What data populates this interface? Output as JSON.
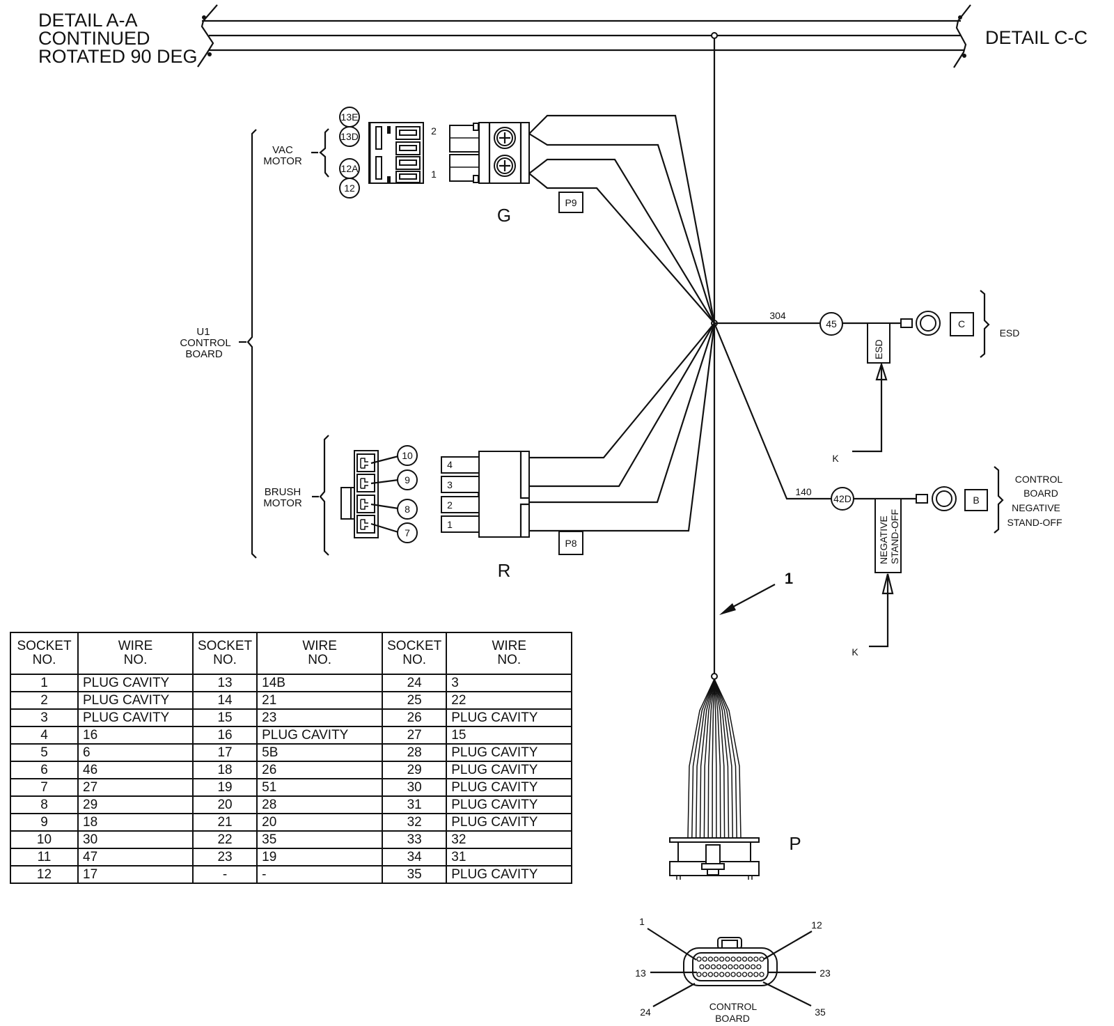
{
  "header": {
    "left_title": [
      "DETAIL A-A",
      "CONTINUED",
      "ROTATED 90 DEG"
    ],
    "right_title": "DETAIL C-C"
  },
  "group_labels": {
    "u1_control_board": [
      "U1",
      "CONTROL",
      "BOARD"
    ],
    "vac_motor": [
      "VAC",
      "MOTOR"
    ],
    "brush_motor": [
      "BRUSH",
      "MOTOR"
    ]
  },
  "connector_g": {
    "label": "G",
    "terminal_callouts": [
      "13E",
      "13D",
      "12A",
      "12"
    ],
    "pin_labels": [
      "2",
      "1"
    ],
    "plug_tag": "P9"
  },
  "connector_r": {
    "label": "R",
    "terminal_callouts": [
      "10",
      "9",
      "8",
      "7"
    ],
    "pin_labels": [
      "4",
      "3",
      "2",
      "1"
    ],
    "plug_tag": "P8"
  },
  "esd_branch": {
    "wire_number": "304",
    "callout": "45",
    "tag": "ESD",
    "terminal_letter": "C",
    "group_label": "ESD",
    "pointer_label": "K"
  },
  "standoff_branch": {
    "wire_number": "140",
    "callout": "42D",
    "tag": [
      "NEGATIVE",
      "STAND-OFF"
    ],
    "terminal_letter": "B",
    "group_label": [
      "CONTROL",
      "BOARD",
      "NEGATIVE",
      "STAND-OFF"
    ],
    "pointer_label": "K"
  },
  "item_callout": "1",
  "connector_p": {
    "label": "P",
    "face_label": [
      "CONTROL",
      "BOARD"
    ],
    "pin_callouts": [
      "1",
      "12",
      "13",
      "23",
      "24",
      "35"
    ]
  },
  "socket_table": {
    "headers": [
      [
        "SOCKET",
        "NO."
      ],
      [
        "WIRE",
        "NO."
      ],
      [
        "SOCKET",
        "NO."
      ],
      [
        "WIRE",
        "NO."
      ],
      [
        "SOCKET",
        "NO."
      ],
      [
        "WIRE",
        "NO."
      ]
    ],
    "rows": [
      [
        "1",
        "PLUG CAVITY",
        "13",
        "14B",
        "24",
        "3"
      ],
      [
        "2",
        "PLUG CAVITY",
        "14",
        "21",
        "25",
        "22"
      ],
      [
        "3",
        "PLUG CAVITY",
        "15",
        "23",
        "26",
        "PLUG CAVITY"
      ],
      [
        "4",
        "16",
        "16",
        "PLUG CAVITY",
        "27",
        "15"
      ],
      [
        "5",
        "6",
        "17",
        "5B",
        "28",
        "PLUG CAVITY"
      ],
      [
        "6",
        "46",
        "18",
        "26",
        "29",
        "PLUG CAVITY"
      ],
      [
        "7",
        "27",
        "19",
        "51",
        "30",
        "PLUG CAVITY"
      ],
      [
        "8",
        "29",
        "20",
        "28",
        "31",
        "PLUG CAVITY"
      ],
      [
        "9",
        "18",
        "21",
        "20",
        "32",
        "PLUG CAVITY"
      ],
      [
        "10",
        "30",
        "22",
        "35",
        "33",
        "32"
      ],
      [
        "11",
        "47",
        "23",
        "19",
        "34",
        "31"
      ],
      [
        "12",
        "17",
        "-",
        "-",
        "35",
        "PLUG CAVITY"
      ]
    ]
  }
}
